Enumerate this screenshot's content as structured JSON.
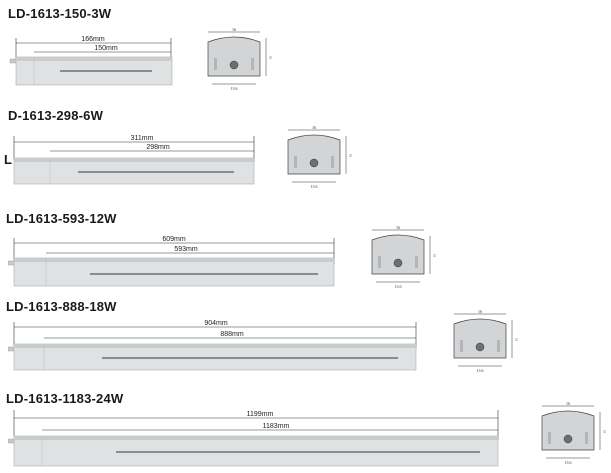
{
  "products": [
    {
      "title": "LD-1613-150-3W",
      "overall_length": "166mm",
      "inner_length": "150mm",
      "profile": {
        "width": "16",
        "height": "13",
        "inner_width": "13.6"
      }
    },
    {
      "title": "D-1613-298-6W",
      "side_mark": "L",
      "overall_length": "311mm",
      "inner_length": "298mm",
      "profile": {
        "width": "16",
        "height": "13",
        "inner_width": "13.6"
      }
    },
    {
      "title": "LD-1613-593-12W",
      "overall_length": "609mm",
      "inner_length": "593mm",
      "profile": {
        "width": "16",
        "height": "13",
        "inner_width": "13.6"
      }
    },
    {
      "title": "LD-1613-888-18W",
      "overall_length": "904mm",
      "inner_length": "888mm",
      "profile": {
        "width": "16",
        "height": "13",
        "inner_width": "13.6"
      }
    },
    {
      "title": "LD-1613-1183-24W",
      "overall_length": "1199mm",
      "inner_length": "1183mm",
      "profile": {
        "width": "16",
        "height": "13",
        "inner_width": "13.6"
      }
    }
  ],
  "colors": {
    "bar_body": "#dfe1e2",
    "bar_top": "#c9cccd",
    "bar_edge": "#a9adaf",
    "slot": "#8a8d90",
    "profile_fill": "#d2d4d5",
    "dim_line": "#333333"
  }
}
